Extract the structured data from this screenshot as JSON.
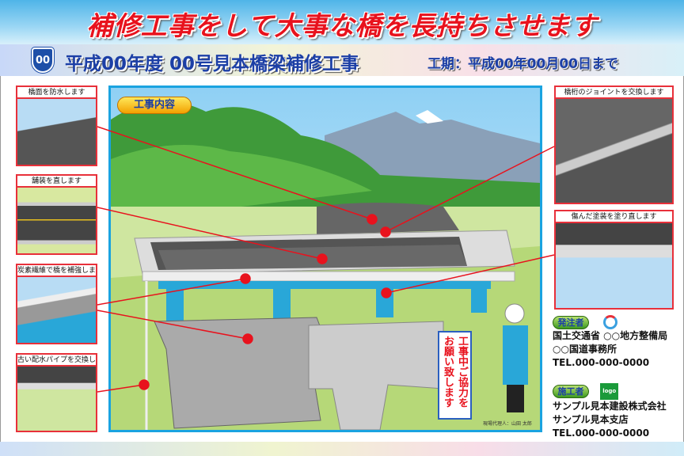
{
  "header": {
    "slogan": "補修工事をして大事な橋を長持ちさせます",
    "route_number": "00",
    "project_title": "平成00年度 00号見本橋梁補修工事",
    "period": "工期：平成00年00月00日まで"
  },
  "main": {
    "badge": "工事内容",
    "sign_col1": "工事中ご協力を",
    "sign_col2": "お願い致します",
    "site_agent": "現場代理人：山田 太郎"
  },
  "left_panels": [
    {
      "caption": "橋面を防水します"
    },
    {
      "caption": "舗装を直します"
    },
    {
      "caption": "炭素繊維で橋を補強します"
    },
    {
      "caption": "古い配水パイプを交換します"
    }
  ],
  "right_panels": [
    {
      "caption": "橋桁のジョイントを交換します"
    },
    {
      "caption": "傷んだ塗装を塗り直します"
    }
  ],
  "client": {
    "label": "発注者",
    "line1": "国土交通省 ○○地方整備局",
    "line2": "○○国道事務所",
    "tel": "TEL.000-000-0000"
  },
  "contractor": {
    "label": "施工者",
    "logo_text": "logo",
    "line1": "サンプル見本建設株式会社",
    "line2": "サンプル見本支店",
    "tel": "TEL.000-000-0000"
  },
  "colors": {
    "accent_red": "#e8121d",
    "title_blue": "#1c3fa6",
    "frame_blue": "#1aa3e0"
  }
}
